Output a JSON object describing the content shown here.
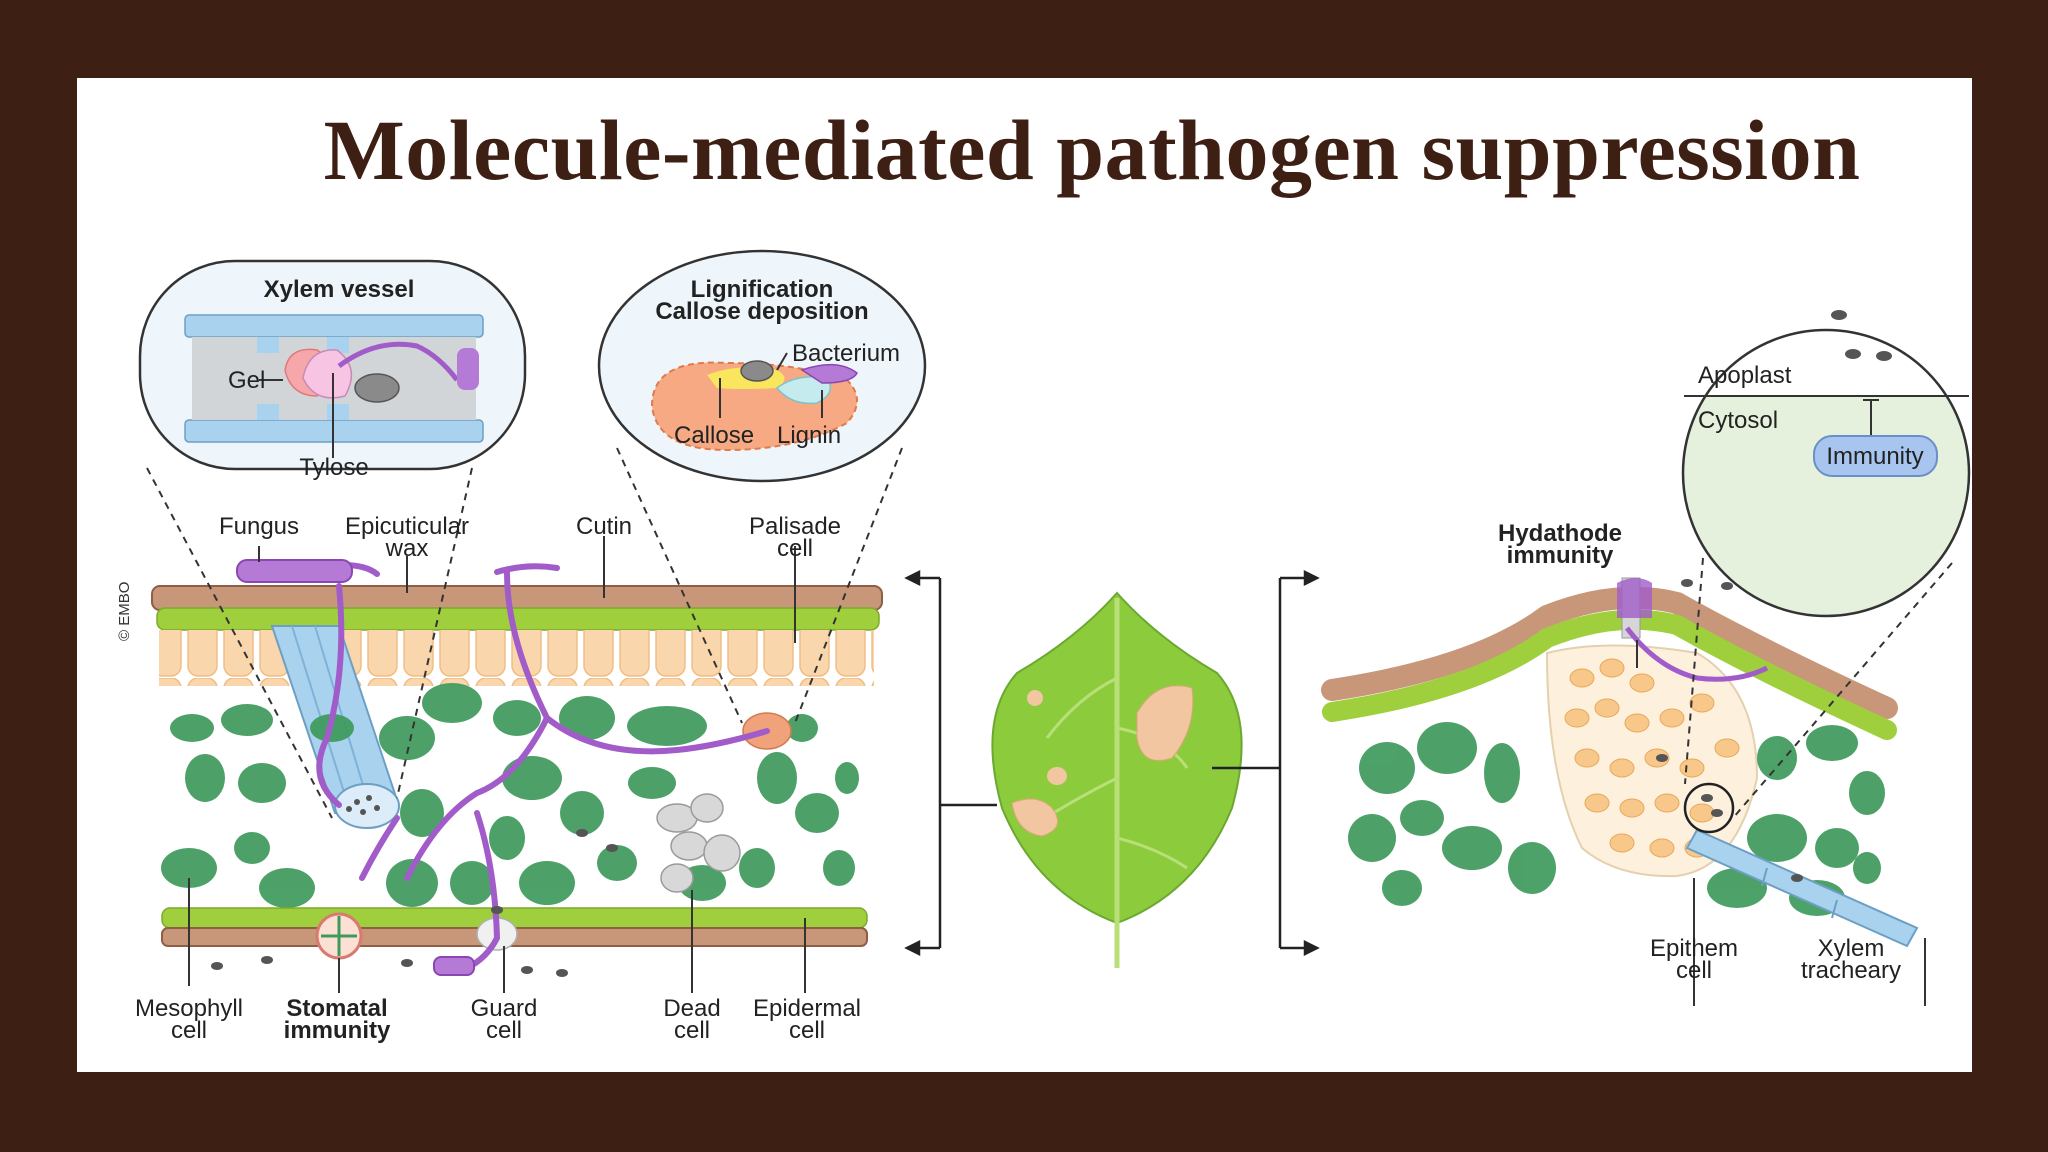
{
  "title": "Molecule-mediated pathogen suppression",
  "copyright": "© EMBO",
  "callouts": {
    "xylem_vessel": {
      "heading": "Xylem vessel",
      "gel": "Gel",
      "tylose": "Tylose"
    },
    "lignification": {
      "heading_line1": "Lignification",
      "heading_line2": "Callose deposition",
      "bacterium": "Bacterium",
      "callose": "Callose",
      "lignin": "Lignin"
    },
    "hydathode": {
      "apoplast": "Apoplast",
      "cytosol": "Cytosol",
      "immunity": "Immunity"
    }
  },
  "left_panel": {
    "fungus": "Fungus",
    "epicuticular_wax_l1": "Epicuticular",
    "epicuticular_wax_l2": "wax",
    "cutin": "Cutin",
    "palisade_l1": "Palisade",
    "palisade_l2": "cell",
    "mesophyll_l1": "Mesophyll",
    "mesophyll_l2": "cell",
    "stomatal_l1": "Stomatal",
    "stomatal_l2": "immunity",
    "guard_l1": "Guard",
    "guard_l2": "cell",
    "dead_l1": "Dead",
    "dead_l2": "cell",
    "epidermal_l1": "Epidermal",
    "epidermal_l2": "cell"
  },
  "right_panel": {
    "hydathode_l1": "Hydathode",
    "hydathode_l2": "immunity",
    "epithem_l1": "Epithem",
    "epithem_l2": "cell",
    "xylem_l1": "Xylem",
    "xylem_l2": "tracheary"
  },
  "colors": {
    "background": "#3e1f14",
    "title": "#3e1f14",
    "mesophyll": "#3e9a5c",
    "fungus": "#a15cc9",
    "epidermis_green": "#9fcf3c",
    "cuticle_brown": "#b98467",
    "palisade": "#f9d6ab",
    "leaf": "#8ccc3c",
    "lesion": "#f2c6a1"
  }
}
